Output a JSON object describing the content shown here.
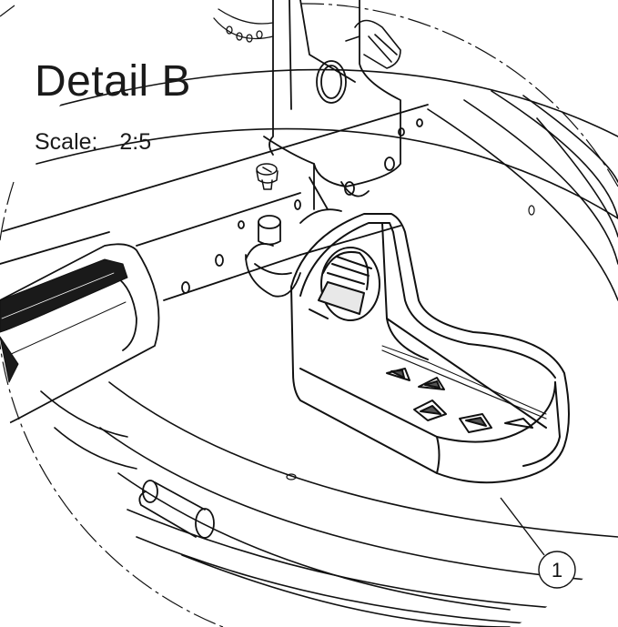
{
  "detail": {
    "title": "Detail B",
    "scale_label": "Scale:",
    "scale_value": "2:5"
  },
  "callouts": [
    {
      "number": "1",
      "target": "footrest"
    }
  ],
  "colors": {
    "line": "#111111",
    "background": "#ffffff"
  }
}
